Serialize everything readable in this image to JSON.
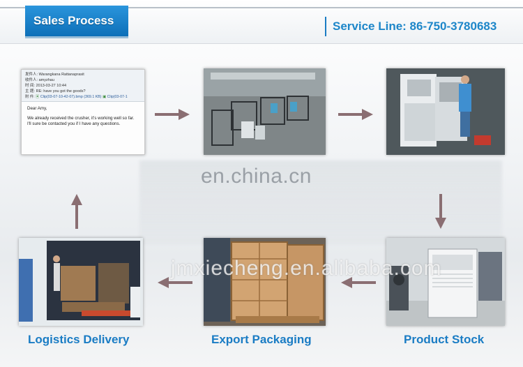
{
  "header": {
    "tab_label": "Sales Process",
    "service_line": "Service Line: 86-750-3780683"
  },
  "email": {
    "rows": [
      {
        "label": "发件人:",
        "value": "Warangkana Rattanaprasit"
      },
      {
        "label": "收件人:",
        "value": "amyzhau"
      },
      {
        "label": "时 间:",
        "value": "2013-03-27 10:44"
      },
      {
        "label": "主 题:",
        "value": "RE: have you got the goods?"
      }
    ],
    "attachment_label": "附 件:",
    "attachments": [
      "Clip(03-07-10-42-07).bmp (369.1 KB)",
      "Clip(03-07-1"
    ],
    "greeting": "Dear Amy,",
    "body": "We already received the crusher, it's working well so far. I'll sure be contacted you if I have any questions."
  },
  "watermarks": {
    "top": "en.china.cn",
    "bottom": "jmxiecheng.en.alibaba.com"
  },
  "labels": {
    "logistics": "Logistics Delivery",
    "export": "Export Packaging",
    "stock": "Product Stock"
  },
  "colors": {
    "accent": "#1a7cc4",
    "tab": "#0d6fb8",
    "arrow": "#8a6e72"
  }
}
